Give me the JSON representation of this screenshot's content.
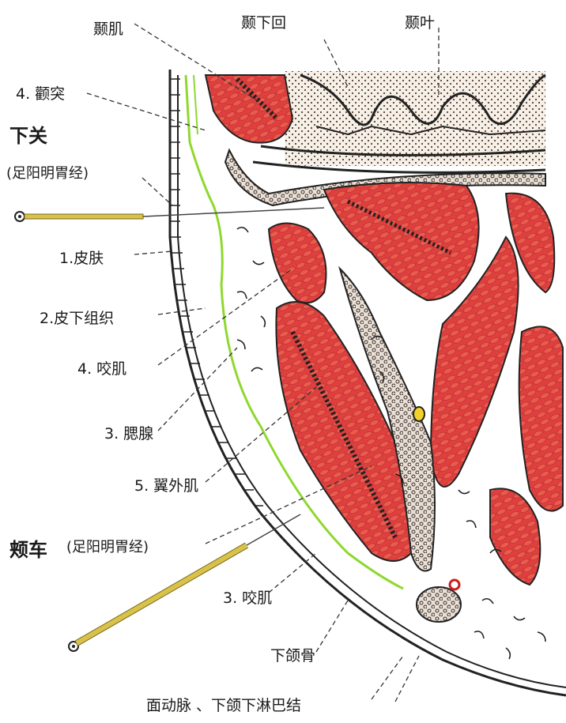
{
  "labels": {
    "temporalis": "颞肌",
    "inferior_temporal_gyrus": "颞下回",
    "temporal_lobe": "颞叶",
    "zygomatic_arch": "4. 颧突",
    "xiaguan": "下关",
    "xiaguan_meridian": "(足阳明胃经)",
    "skin": "1.皮肤",
    "subcutaneous": "2.皮下组织",
    "masseter_a": "4. 咬肌",
    "parotid": "3. 腮腺",
    "lateral_pterygoid": "5. 翼外肌",
    "jiache": "颊车",
    "jiache_meridian": "(足阳明胃经)",
    "masseter_b": "3. 咬肌",
    "mandible": "下颌骨",
    "bottom": "面动脉 、下颌下淋巴结"
  },
  "colors": {
    "muscle": "#e0403f",
    "muscle_outline": "#2a1a1a",
    "fascia_green": "#8fd82e",
    "needle_gold": "#d9c24a",
    "bone_yellow": "#f2d22a",
    "brain_dots": "#f3efe4"
  }
}
